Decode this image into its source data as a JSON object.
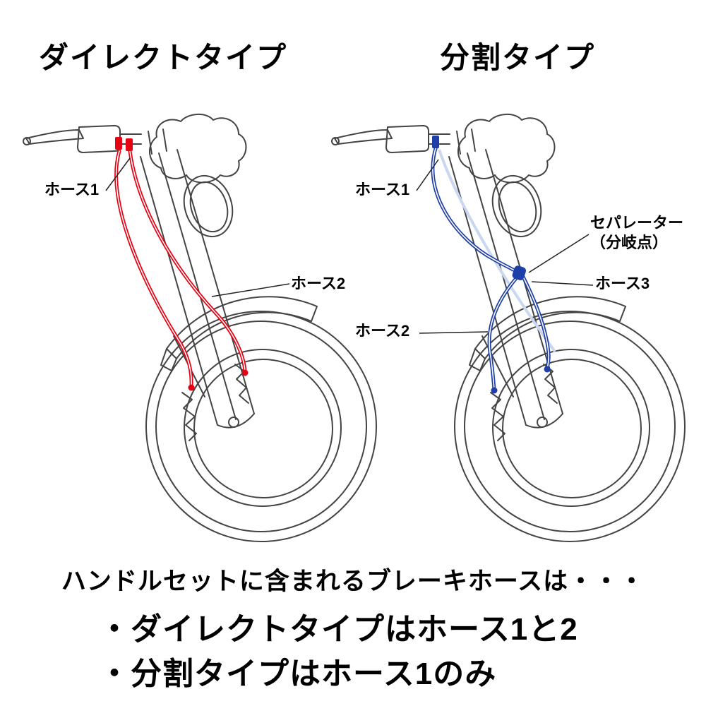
{
  "titles": {
    "left": "ダイレクトタイプ",
    "right": "分割タイプ"
  },
  "colors": {
    "line": "#444444",
    "hose_left": "#e60012",
    "hose_right": "#1e3ea8",
    "hose_right_light": "#c9d8f0",
    "leader": "#222222"
  },
  "labels": {
    "left": {
      "hose1": "ホース1",
      "hose2": "ホース2"
    },
    "right": {
      "hose1": "ホース1",
      "hose2": "ホース2",
      "hose3": "ホース3",
      "separator_line1": "セパレーター",
      "separator_line2": "（分岐点）"
    }
  },
  "footer": {
    "intro": "ハンドルセットに含まれるブレーキホースは・・・",
    "bullet1": "・ダイレクトタイプはホース1と2",
    "bullet2": "・分割タイプはホース1のみ"
  }
}
